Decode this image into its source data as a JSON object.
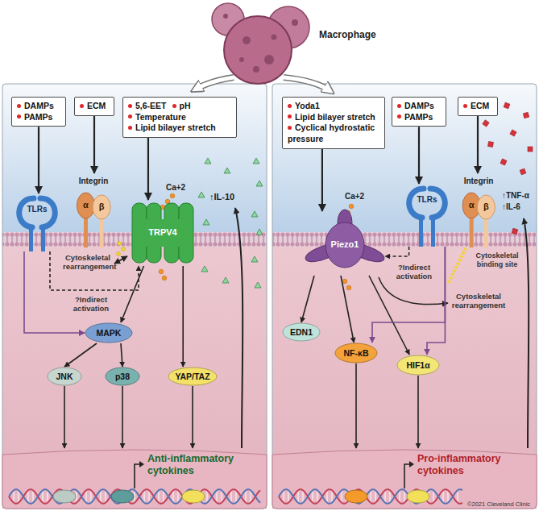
{
  "diagram": {
    "nodes": [
      {
        "text": [
          "DAMPs",
          "PAMPs"
        ]
      },
      {
        "text": [
          "ECM"
        ]
      },
      {
        "text": [
          "5,6-EET",
          "pH",
          "Temperature",
          "Lipid bilayer stretch"
        ]
      },
      {
        "text": [
          "TLRs"
        ]
      },
      {
        "text": [
          "Integrin",
          "α",
          "β"
        ]
      },
      {
        "text": [
          "TRPV4"
        ]
      },
      {
        "text": [
          "MAPK"
        ]
      },
      {
        "text": [
          "JNK"
        ]
      },
      {
        "text": [
          "p38"
        ]
      },
      {
        "text": [
          "YAP/TAZ"
        ]
      },
      {
        "text": [
          "Anti-inflammatory cytokines"
        ]
      },
      {
        "text": [
          "Yoda1",
          "Lipid bilayer stretch",
          "Cyclical hydrostatic pressure"
        ]
      },
      {
        "text": [
          "DAMPs",
          "PAMPs"
        ]
      },
      {
        "text": [
          "ECM"
        ]
      },
      {
        "text": [
          "Piezo1"
        ]
      },
      {
        "text": [
          "TLRs"
        ]
      },
      {
        "text": [
          "Integrin",
          "α",
          "β"
        ]
      },
      {
        "text": [
          "EDN1"
        ]
      },
      {
        "text": [
          "NF-κB"
        ]
      },
      {
        "text": [
          "HIF1α"
        ]
      },
      {
        "text": [
          "Pro-inflammatory cytokines"
        ]
      }
    ],
    "edges": [
      {
        "from": 0,
        "to": 3,
        "arrow": "to"
      },
      {
        "from": 1,
        "to": 4,
        "arrow": "to"
      },
      {
        "from": 2,
        "to": 5,
        "arrow": "to"
      },
      {
        "from": 3,
        "to": 5,
        "label": "?Indirect activation",
        "arrow": "to"
      },
      {
        "from": 3,
        "to": 6,
        "arrow": "to"
      },
      {
        "from": 5,
        "to": 6,
        "arrow": "to"
      },
      {
        "from": 5,
        "to": 9,
        "arrow": "to"
      },
      {
        "from": 6,
        "to": 7,
        "arrow": "to"
      },
      {
        "from": 6,
        "to": 8,
        "arrow": "to"
      },
      {
        "from": 7,
        "to": 10,
        "arrow": "to"
      },
      {
        "from": 8,
        "to": 10,
        "arrow": "to"
      },
      {
        "from": 9,
        "to": 10,
        "arrow": "to"
      },
      {
        "from": 11,
        "to": 14,
        "arrow": "to"
      },
      {
        "from": 12,
        "to": 15,
        "arrow": "to"
      },
      {
        "from": 13,
        "to": 16,
        "arrow": "to"
      },
      {
        "from": 15,
        "to": 14,
        "label": "?Indirect activation",
        "arrow": "to"
      },
      {
        "from": 14,
        "to": 17,
        "arrow": "to"
      },
      {
        "from": 14,
        "to": 18,
        "arrow": "to"
      },
      {
        "from": 14,
        "to": 19,
        "arrow": "to"
      },
      {
        "from": 15,
        "to": 18,
        "arrow": "to"
      },
      {
        "from": 15,
        "to": 19,
        "arrow": "to"
      },
      {
        "from": 18,
        "to": 20,
        "arrow": "to"
      },
      {
        "from": 19,
        "to": 20,
        "arrow": "to"
      }
    ],
    "labels": [
      "Macrophage",
      "Ca+2",
      "↑IL-10",
      "Cytoskeletal rearrangement",
      "Ca+2",
      "↑TNF-α",
      "↑IL-6",
      "Cytoskeletal binding site",
      "Cytoskeletal rearrangement",
      "©2021 Cleveland Clinic"
    ]
  }
}
